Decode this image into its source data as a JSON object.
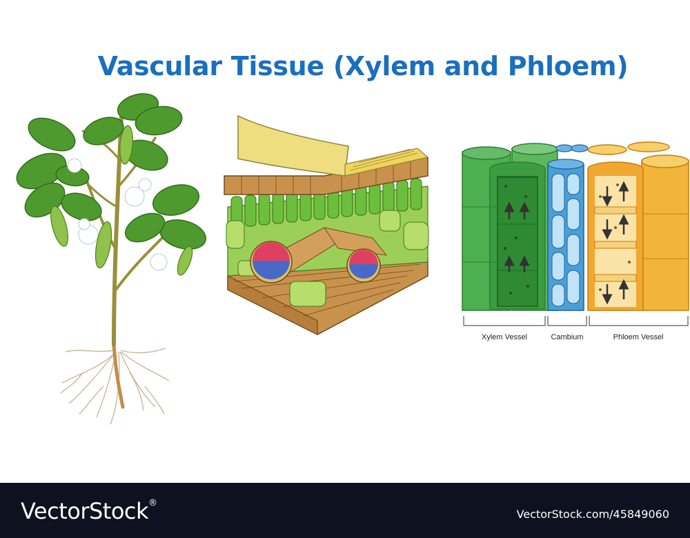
{
  "title": "Vascular Tissue (Xylem and Phloem)",
  "labels": {
    "xylem": "Xylem Vessel",
    "cambium": "Cambium",
    "phloem": "Phloem Vessel"
  },
  "footer": {
    "brand": "VectorStock",
    "brand_mark": "®",
    "stock_id": "VectorStock.com/45849060"
  },
  "colors": {
    "title": "#1a6fbf",
    "xylem": "#4caf50",
    "cambium": "#4a9fd8",
    "phloem": "#f2b53a",
    "footer_bg": "#0e1220"
  }
}
